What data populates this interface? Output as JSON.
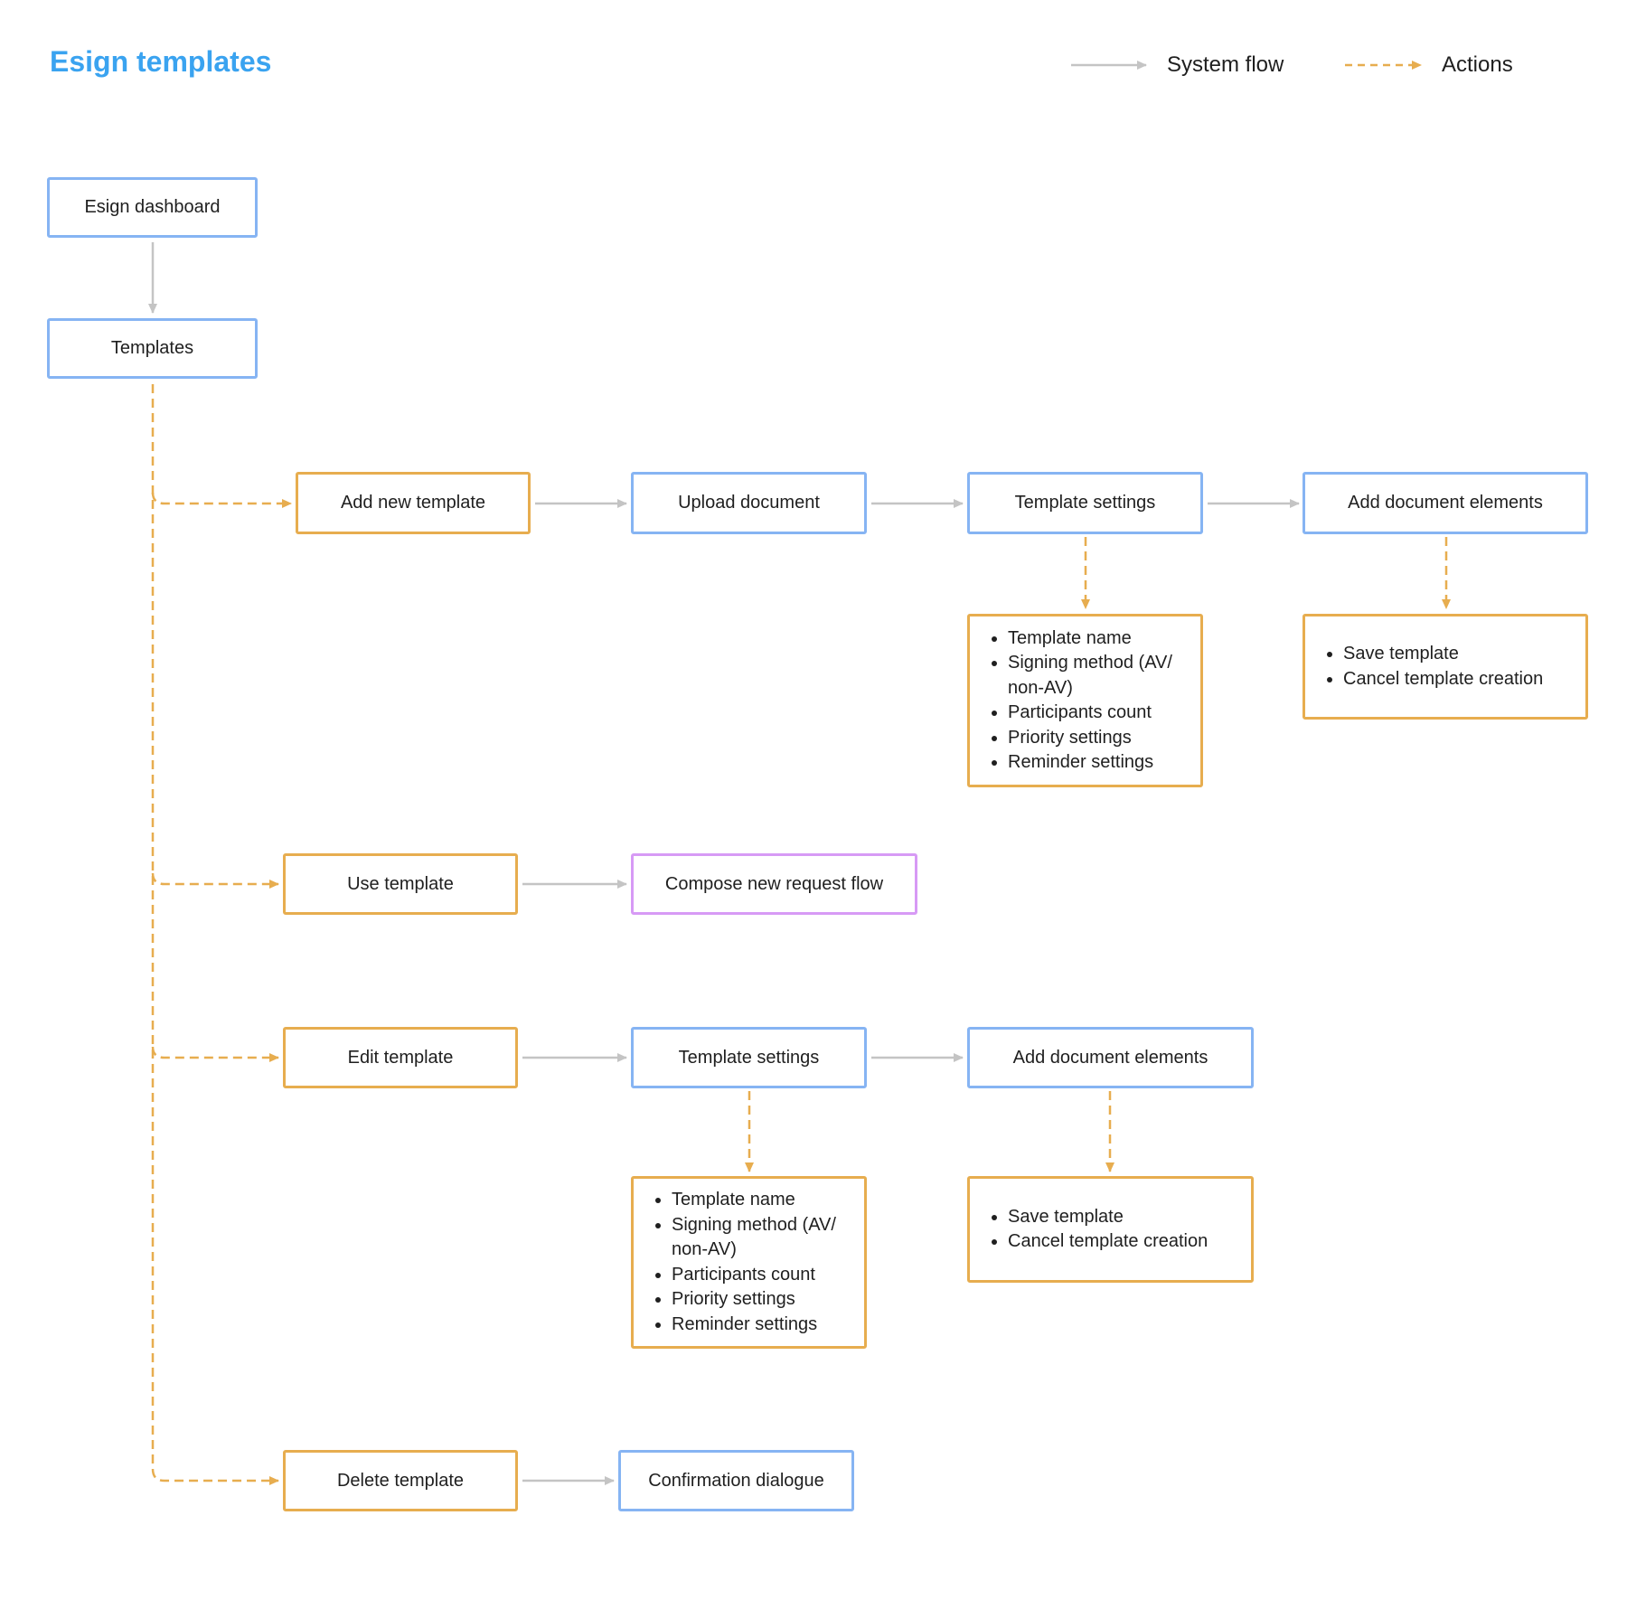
{
  "title": "Esign templates",
  "legend": {
    "system_flow": "System flow",
    "actions": "Actions"
  },
  "colors": {
    "title": "#3aa3f0",
    "system_node_border": "#86b4f3",
    "action_node_border": "#e7ad4f",
    "external_flow_border": "#d79af5",
    "system_arrow": "#c4c4c4",
    "action_arrow": "#e7ad4f"
  },
  "nodes": {
    "esign_dashboard": "Esign dashboard",
    "templates": "Templates",
    "add_new_template": "Add new template",
    "upload_document": "Upload document",
    "template_settings_1": "Template settings",
    "add_document_elements_1": "Add document elements",
    "use_template": "Use template",
    "compose_new_request_flow": "Compose new request flow",
    "edit_template": "Edit template",
    "template_settings_2": "Template settings",
    "add_document_elements_2": "Add document elements",
    "delete_template": "Delete template",
    "confirmation_dialogue": "Confirmation dialogue"
  },
  "lists": {
    "settings_1": [
      "Template name",
      "Signing method (AV/ non-AV)",
      "Participants count",
      "Priority settings",
      "Reminder settings"
    ],
    "actions_1": [
      "Save template",
      "Cancel template creation"
    ],
    "settings_2": [
      "Template name",
      "Signing method (AV/ non-AV)",
      "Participants count",
      "Priority settings",
      "Reminder settings"
    ],
    "actions_2": [
      "Save template",
      "Cancel template creation"
    ]
  }
}
